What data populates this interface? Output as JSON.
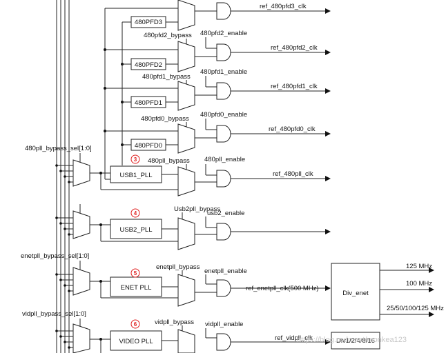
{
  "blocks": {
    "pfd3": "480PFD3",
    "pfd2": "480PFD2",
    "pfd1": "480PFD1",
    "pfd0": "480PFD0",
    "usb1_pll": "USB1_PLL",
    "usb2_pll": "USB2_PLL",
    "enet_pll": "ENET PLL",
    "video_pll": "VIDEO PLL",
    "div_enet": "Div_enet",
    "div_video": "Div1/2/4/8/16"
  },
  "labels": {
    "pfd2_bypass": "480pfd2_bypass",
    "pfd2_enable": "480pfd2_enable",
    "pfd1_bypass": "480pfd1_bypass",
    "pfd1_enable": "480pfd1_enable",
    "pfd0_bypass": "480pfd0_bypass",
    "pfd0_enable": "480pfd0_enable",
    "pll480_bypass_sel": "480pll_bypass_sel[1:0]",
    "pll480_bypass": "480pll_bypass",
    "pll480_enable": "480pll_enable",
    "usb2_bypass": "Usb2pll_bypass",
    "usb2_enable": "usb2_enable",
    "enetpll_bypass_sel": "enetpll_bypass_sel[1:0]",
    "enetpll_bypass": "enetpll_bypass",
    "enetpll_enable": "enetpll_enable",
    "vidpll_bypass_sel": "vidpll_bypass_sel[1:0]",
    "vidpll_bypass": "vidpll_bypass",
    "vidpll_enable": "vidpll_enable"
  },
  "outputs": {
    "pfd3": "ref_480pfd3_clk",
    "pfd2": "ref_480pfd2_clk",
    "pfd1": "ref_480pfd1_clk",
    "pfd0": "ref_480pfd0_clk",
    "pll480": "ref_480pll_clk",
    "enet": "ref_enetpll_clk(500 MHz)",
    "enet_125": "125 MHz",
    "enet_100": "100 MHz",
    "enet_multi": "25/50/100/125 MHz",
    "video": "ref_vidpll_clk"
  },
  "markers": {
    "usb1": "3",
    "usb2": "4",
    "enet": "5",
    "video": "6"
  },
  "watermark": "https://blog.csdn.net/monkea123",
  "colors": {
    "line": "#222222",
    "marker": "#e02020",
    "watermark": "#c8c8c8"
  }
}
